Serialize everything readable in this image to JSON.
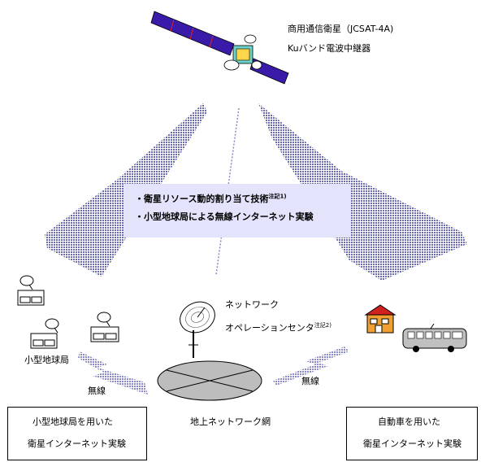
{
  "satellite": {
    "name": "商用通信衛星（JCSAT-4A)",
    "transponder": "Kuバンド電波中継器"
  },
  "panel": {
    "line1": "・衛星リソース動的割り当て技術",
    "line1_note": "注記1)",
    "line2": "・小型地球局による無線インターネット実験"
  },
  "noc": {
    "line1": "ネットワーク",
    "line2": "オペレーションセンタ",
    "line2_note": "注記2)"
  },
  "labels": {
    "small_station": "小型地球局",
    "wireless_left": "無線",
    "wireless_right": "無線",
    "ground_network": "地上ネットワーク網"
  },
  "boxes": {
    "left_line1": "小型地球局を用いた",
    "left_line2": "衛星インターネット実験",
    "right_line1": "自動車を用いた",
    "right_line2": "衛星インターネット実験"
  },
  "colors": {
    "beam": "#6b6bb0",
    "panel": "#e3e3fb",
    "solar_panel": "#3a1aa8",
    "house_wall": "#f0a030",
    "house_roof": "#d02020",
    "ground": "#bdbdbd"
  }
}
